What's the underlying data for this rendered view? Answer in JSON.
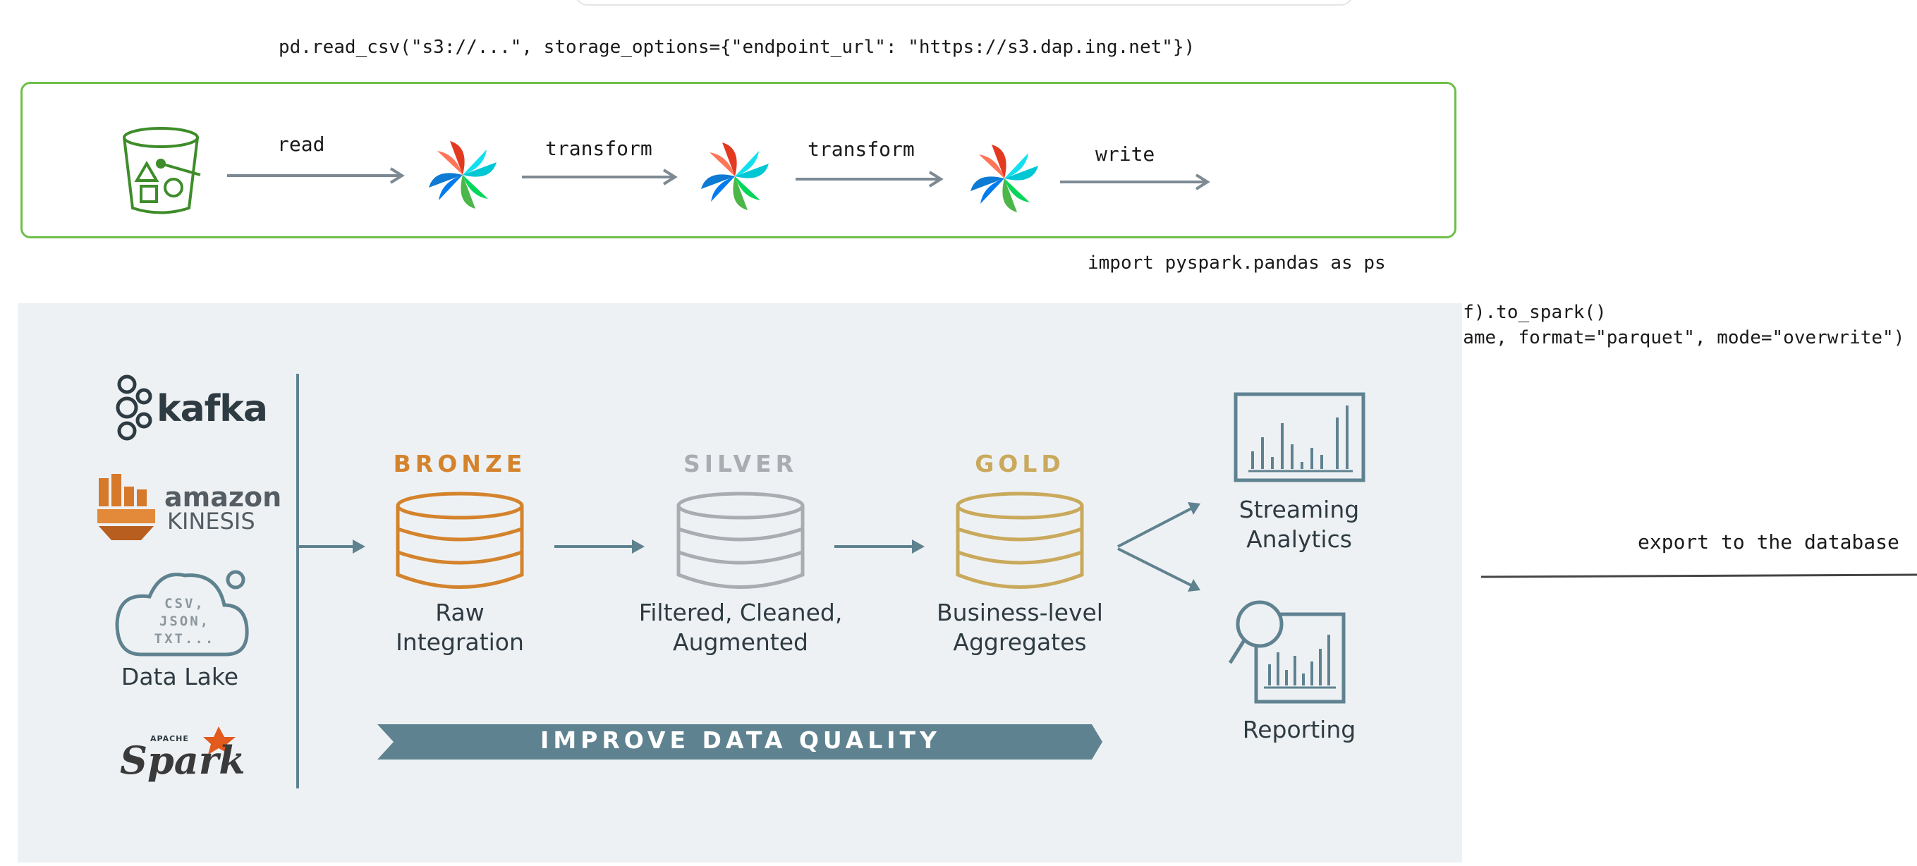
{
  "top_code": "pd.read_csv(\"s3://...\", storage_options={\"endpoint_url\": \"https://s3.dap.ing.net\"})",
  "pipeline": {
    "steps": [
      "read",
      "transform",
      "transform",
      "write"
    ]
  },
  "write_code": {
    "line1": "import pyspark.pandas as ps",
    "line2": "spark_df = ps.from_pandas(pandas_df).to_spark()",
    "line3": "spark_df.write.saveAsTable(table_name, format=\"parquet\", mode=\"overwrite\")"
  },
  "export_label": "export to the database",
  "sources": {
    "kafka": "kafka",
    "amazon": "amazon",
    "kinesis": "KINESIS",
    "cloud_lines": [
      "CSV,",
      "JSON,",
      "TXT..."
    ],
    "data_lake": "Data Lake",
    "apache": "APACHE",
    "spark": "Spark"
  },
  "tiers": [
    {
      "name": "BRONZE",
      "caption1": "Raw",
      "caption2": "Integration",
      "color": "#d4832d"
    },
    {
      "name": "SILVER",
      "caption1": "Filtered, Cleaned,",
      "caption2": "Augmented",
      "color": "#a9acb0"
    },
    {
      "name": "GOLD",
      "caption1": "Business-level",
      "caption2": "Aggregates",
      "color": "#c9a95c"
    }
  ],
  "outputs": {
    "streaming1": "Streaming",
    "streaming2": "Analytics",
    "reporting": "Reporting"
  },
  "banner": "IMPROVE DATA QUALITY",
  "colors": {
    "accent_slate": "#5f8290",
    "panel_bg": "#eef1f3",
    "airflow_border": "#6dbf4a",
    "s3_green": "#3e8c2a"
  }
}
